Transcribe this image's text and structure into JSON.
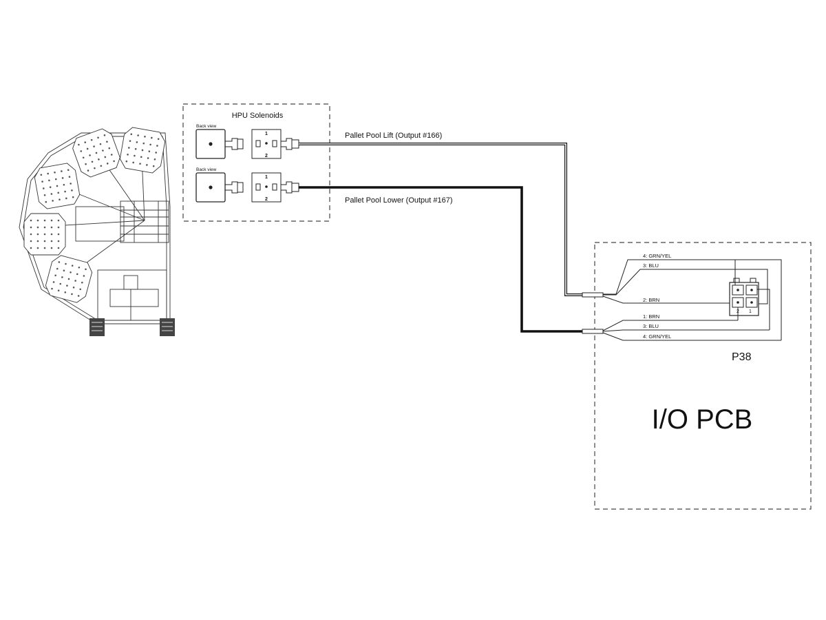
{
  "hpu_box": {
    "title": "HPU Solenoids",
    "back_view_label": "Back view"
  },
  "solenoids": [
    {
      "cable_label": "Pallet Pool Lift (Output #166)",
      "connector_markings": [
        "1",
        "2"
      ]
    },
    {
      "cable_label": "Pallet Pool Lower (Output #167)",
      "connector_markings": [
        "1",
        "2"
      ]
    }
  ],
  "upper_cable_wires": [
    "4:  GRN/YEL",
    "3:  BLU",
    "2:  BRN"
  ],
  "lower_cable_wires": [
    "1:  BRN",
    "3:  BLU",
    "4:  GRN/YEL"
  ],
  "connector": {
    "label": "P38",
    "pin_numbers": [
      "2",
      "1"
    ]
  },
  "board": {
    "label": "I/O PCB"
  }
}
